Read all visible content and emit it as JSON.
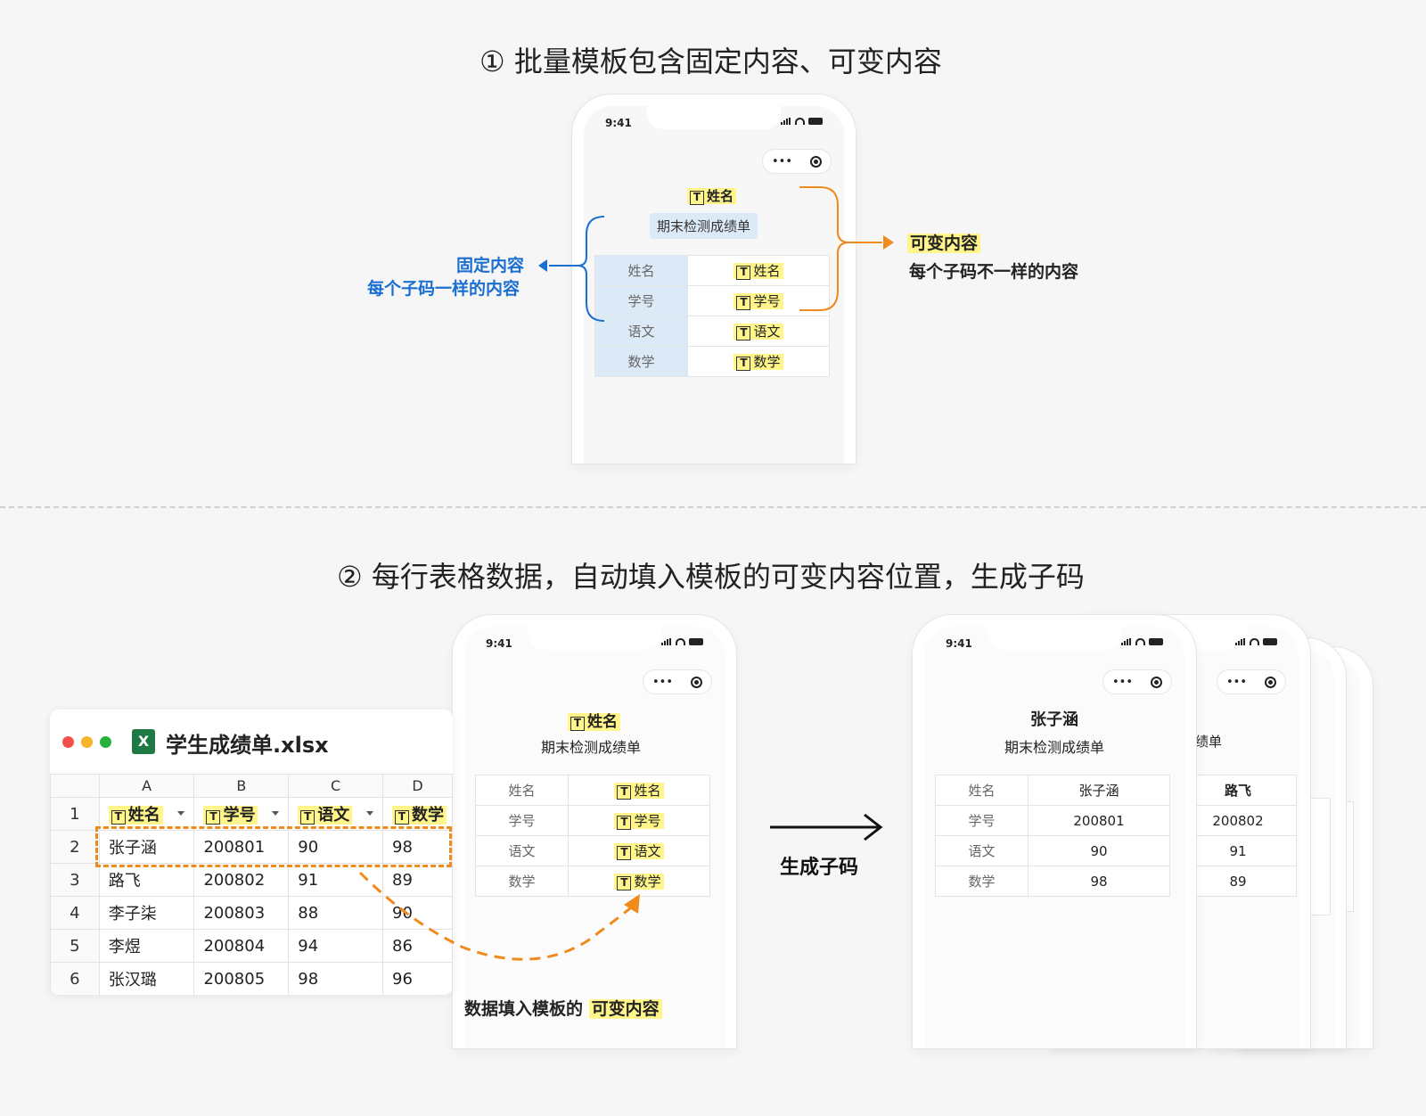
{
  "section1": {
    "heading": "① 批量模板包含固定内容、可变内容"
  },
  "section2": {
    "heading": "② 每行表格数据，自动填入模板的可变内容位置，生成子码"
  },
  "phone": {
    "time": "9:41",
    "capsule_dots": "•••"
  },
  "template_phone": {
    "name_var": "姓名",
    "subtitle": "期末检测成绩单",
    "rows": [
      {
        "label": "姓名",
        "var": "姓名"
      },
      {
        "label": "学号",
        "var": "学号"
      },
      {
        "label": "语文",
        "var": "语文"
      },
      {
        "label": "数学",
        "var": "数学"
      }
    ]
  },
  "annotations": {
    "fixed_title": "固定内容",
    "fixed_desc": "每个子码一样的内容",
    "variable_title": "可变内容",
    "variable_desc": "每个子码不一样的内容",
    "fill_prefix": "数据填入模板的",
    "fill_highlight": "可变内容",
    "generate": "生成子码"
  },
  "excel": {
    "title": "学生成绩单.xlsx",
    "icon_letter": "X",
    "columns": [
      "A",
      "B",
      "C",
      "D"
    ],
    "row_numbers": [
      "1",
      "2",
      "3",
      "4",
      "5",
      "6"
    ],
    "headers": [
      "姓名",
      "学号",
      "语文",
      "数学"
    ],
    "rows": [
      [
        "张子涵",
        "200801",
        "90",
        "98"
      ],
      [
        "路飞",
        "200802",
        "91",
        "89"
      ],
      [
        "李子柒",
        "200803",
        "88",
        "90"
      ],
      [
        "李煜",
        "200804",
        "94",
        "86"
      ],
      [
        "张汉璐",
        "200805",
        "98",
        "96"
      ]
    ]
  },
  "result_phone": {
    "name": "张子涵",
    "subtitle": "期末检测成绩单",
    "rows": [
      {
        "label": "姓名",
        "value": "张子涵"
      },
      {
        "label": "学号",
        "value": "200801"
      },
      {
        "label": "语文",
        "value": "90"
      },
      {
        "label": "数学",
        "value": "98"
      }
    ]
  },
  "second_phone": {
    "subtitle_partial": "绩单",
    "values": [
      "路飞",
      "200802",
      "91",
      "89"
    ]
  },
  "colors": {
    "fixed": "#1a6fd0",
    "variable": "#f08a1c",
    "highlight": "#fff58a",
    "fixed_cell": "#dce9f7"
  }
}
